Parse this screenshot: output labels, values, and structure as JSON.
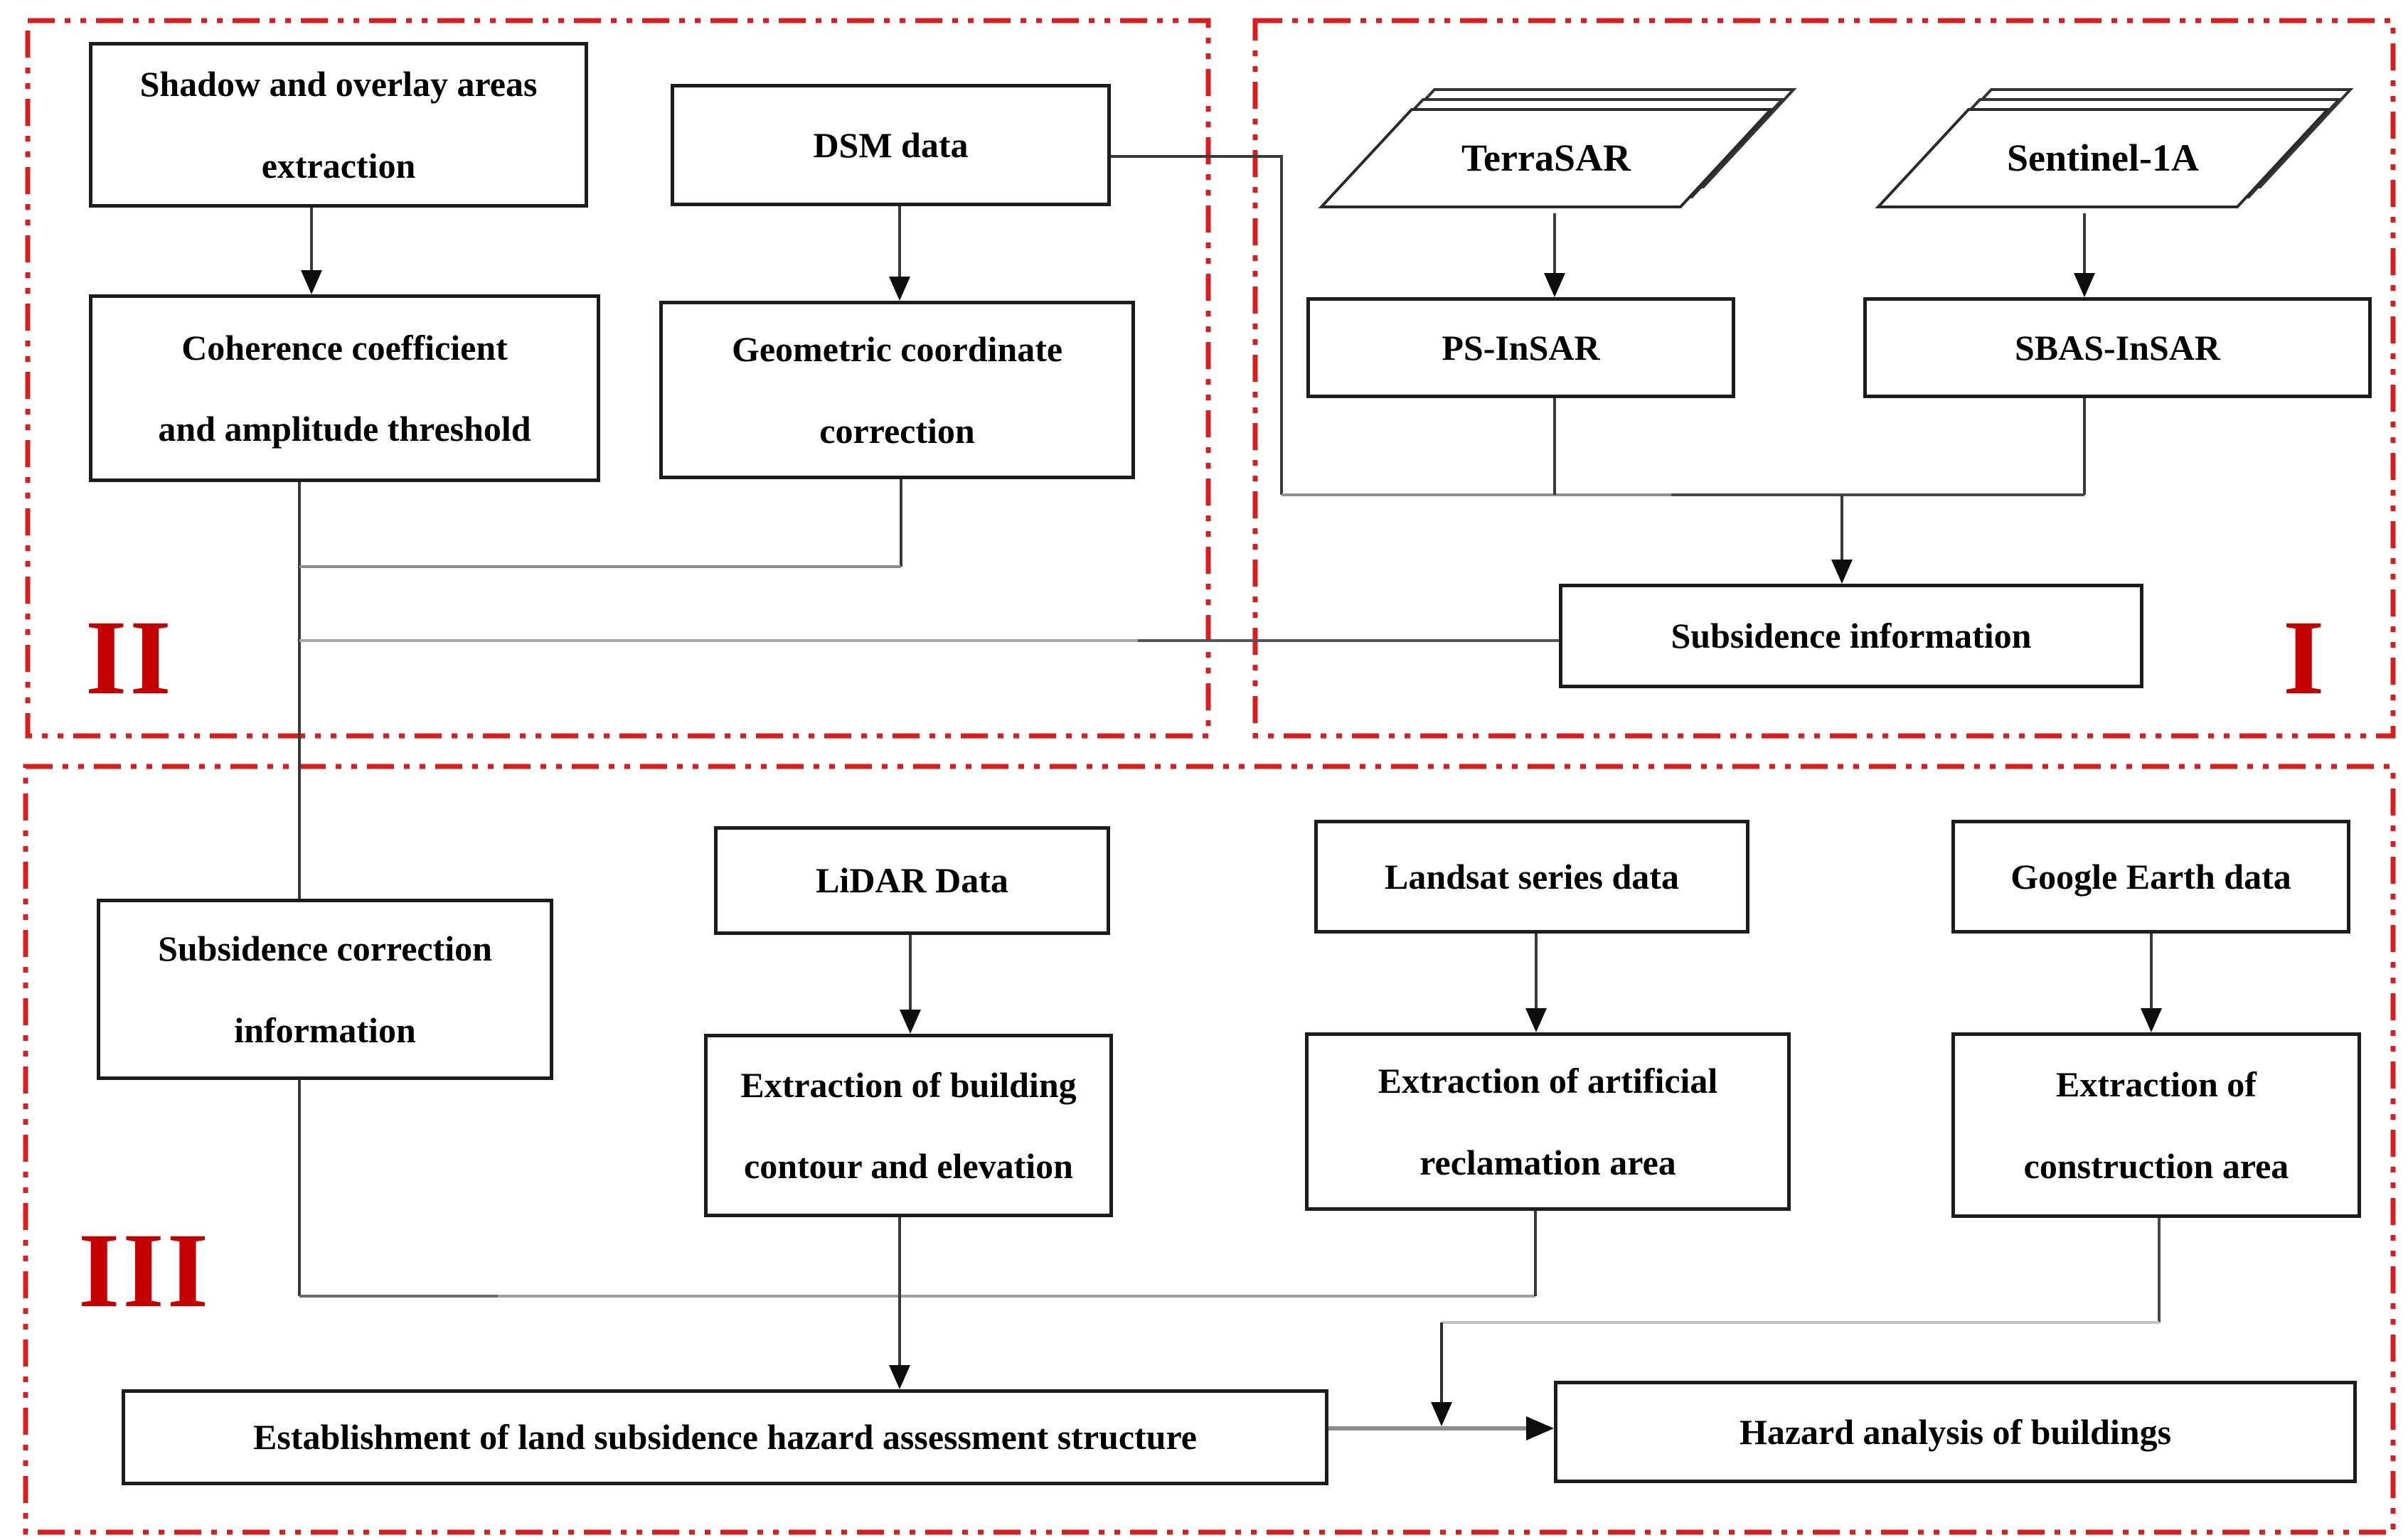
{
  "figure": {
    "type": "methodology-flowchart",
    "sections": {
      "s1": {
        "label": "I"
      },
      "s2": {
        "label": "II"
      },
      "s3": {
        "label": "III"
      }
    },
    "nodes": {
      "shadow": {
        "line1": "Shadow and overlay areas",
        "line2": "extraction"
      },
      "dsm": {
        "label": "DSM data"
      },
      "coherence": {
        "line1": "Coherence coefficient",
        "line2": "and amplitude threshold"
      },
      "geometric": {
        "line1": "Geometric coordinate",
        "line2": "correction"
      },
      "terrasar": {
        "label": "TerraSAR"
      },
      "sentinel": {
        "label": "Sentinel-1A"
      },
      "ps": {
        "label": "PS-InSAR"
      },
      "sbas": {
        "label": "SBAS-InSAR"
      },
      "subsidence_info": {
        "label": "Subsidence information"
      },
      "subsidence_corr": {
        "line1": "Subsidence correction",
        "line2": "information"
      },
      "lidar": {
        "label": "LiDAR Data"
      },
      "extraction_building": {
        "line1": "Extraction of building",
        "line2": "contour and elevation"
      },
      "landsat": {
        "label": "Landsat series data"
      },
      "extraction_artificial": {
        "line1": "Extraction of artificial",
        "line2": "reclamation area"
      },
      "google": {
        "label": "Google Earth data"
      },
      "extraction_construction": {
        "line1": "Extraction of",
        "line2": "construction area"
      },
      "establishment": {
        "label": "Establishment of  land subsidence hazard assessment structure"
      },
      "hazard": {
        "label": "Hazard analysis of buildings"
      }
    },
    "colors": {
      "section_border_red": "#d81e1e",
      "numeral_red": "#c40000",
      "box_border": "#1d1d1d",
      "connector_dark": "#3a3a3a",
      "connector_gray": "#9a9a9a",
      "connector_light": "#c2c2c2",
      "background": "#ffffff"
    }
  }
}
